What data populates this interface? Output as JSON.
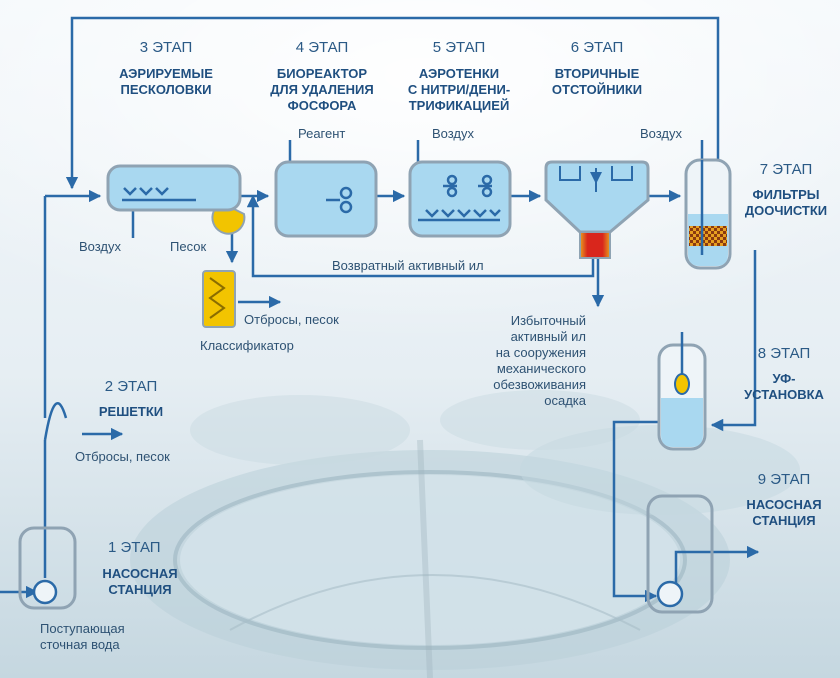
{
  "stages": {
    "s1": {
      "num": "1 ЭТАП",
      "title": [
        "НАСОСНАЯ",
        "СТАНЦИЯ"
      ]
    },
    "s2": {
      "num": "2 ЭТАП",
      "title": [
        "РЕШЕТКИ"
      ]
    },
    "s3": {
      "num": "3 ЭТАП",
      "title": [
        "АЭРИРУЕМЫЕ",
        "ПЕСКОЛОВКИ"
      ]
    },
    "s4": {
      "num": "4 ЭТАП",
      "title": [
        "БИОРЕАКТОР",
        "ДЛЯ УДАЛЕНИЯ",
        "ФОСФОРА"
      ]
    },
    "s5": {
      "num": "5 ЭТАП",
      "title": [
        "АЭРОТЕНКИ",
        "С НИТРИ/ДЕНИ-",
        "ТРИФИКАЦИЕЙ"
      ]
    },
    "s6": {
      "num": "6 ЭТАП",
      "title": [
        "ВТОРИЧНЫЕ",
        "ОТСТОЙНИКИ"
      ]
    },
    "s7": {
      "num": "7 ЭТАП",
      "title": [
        "ФИЛЬТРЫ",
        "ДООЧИСТКИ"
      ]
    },
    "s8": {
      "num": "8 ЭТАП",
      "title": [
        "УФ-",
        "УСТАНОВКА"
      ]
    },
    "s9": {
      "num": "9 ЭТАП",
      "title": [
        "НАСОСНАЯ",
        "СТАНЦИЯ"
      ]
    }
  },
  "labels": {
    "air_s3": "Воздух",
    "sand": "Песок",
    "reagent": "Реагент",
    "air_s5": "Воздух",
    "air_s7": "Воздух",
    "return_sludge": "Возвратный активный ил",
    "waste_sand_classifier": "Отбросы, песок",
    "classifier": "Классификатор",
    "waste_sand_screens": "Отбросы, песок",
    "excess_sludge": [
      "Избыточный",
      "активный ил",
      "на сооружения",
      "механического",
      "обезвоживания",
      "осадка"
    ],
    "inflow": [
      "Поступающая",
      "сточная вода"
    ]
  },
  "colors": {
    "pipe": "#2b6aa8",
    "tank_fill": "#a9d8f0",
    "tank_stroke": "#8fa3b3",
    "title": "#1f4f80",
    "sand_yellow": "#f2c400",
    "sludge_red": "#d9261c"
  }
}
